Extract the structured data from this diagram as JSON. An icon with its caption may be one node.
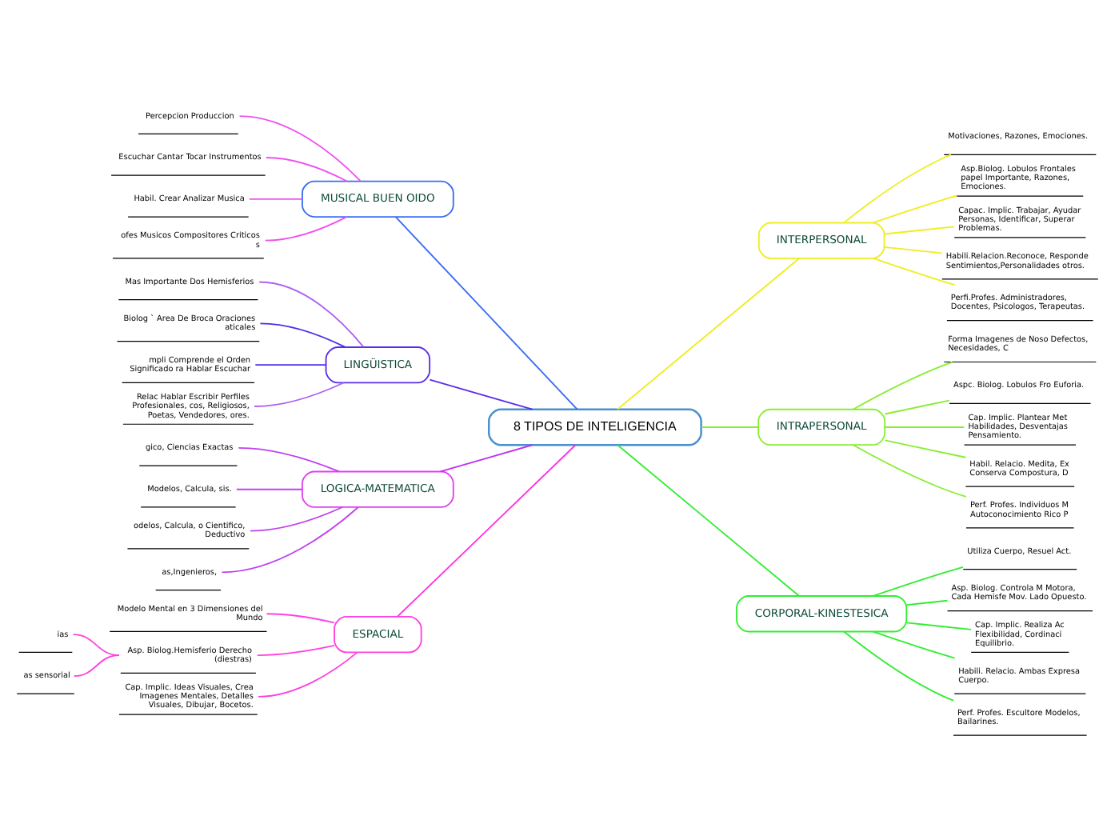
{
  "diagram": {
    "nodes": [
      {
        "text": [
          "8 TIPOS DE INTELIGENCIA"
        ]
      },
      {
        "text": [
          "MUSICAL BUEN OIDO"
        ]
      },
      {
        "text": [
          "Percepcion Produccion"
        ]
      },
      {
        "text": [
          "Escuchar Cantar Tocar Instrumentos"
        ]
      },
      {
        "text": [
          "Habil. Crear Analizar Musica"
        ]
      },
      {
        "text": [
          "ofes Musicos Compositores Criticos s"
        ]
      },
      {
        "text": [
          "LINGÜISTICA"
        ]
      },
      {
        "text": [
          "Mas Importante Dos Hemisferios"
        ]
      },
      {
        "text": [
          "Biolog ` Area De Broca Oraciones aticales"
        ]
      },
      {
        "text": [
          "mpli Comprende el Orden Significado ra Hablar Escuchar"
        ]
      },
      {
        "text": [
          "Relac Hablar Escribir Perfiles Profesionales, cos, Religiosos, Poetas, Vendedores, ores."
        ]
      },
      {
        "text": [
          "LOGICA-MATEMATICA"
        ]
      },
      {
        "text": [
          "gico, Ciencias Exactas"
        ]
      },
      {
        "text": [
          "Modelos, Calcula, sis."
        ]
      },
      {
        "text": [
          "odelos, Calcula, o Cientifico, Deductivo"
        ]
      },
      {
        "text": [
          "as,Ingenieros,"
        ]
      },
      {
        "text": [
          "ESPACIAL"
        ]
      },
      {
        "text": [
          "Modelo Mental en 3 Dimensiones del Mundo"
        ]
      },
      {
        "text": [
          "Asp. Biolog.Hemisferio Derecho (diestras)"
        ]
      },
      {
        "text": [
          "ias"
        ]
      },
      {
        "text": [
          "as sensorial"
        ]
      },
      {
        "text": [
          "Cap. Implic. Ideas Visuales, Crea Imagenes Mentales, Detalles Visuales, Dibujar, Bocetos."
        ]
      },
      {
        "text": [
          "INTERPERSONAL"
        ]
      },
      {
        "text": [
          "Motivaciones, Razones, Emociones."
        ]
      },
      {
        "text": [
          "Asp.Biolog. Lobulos Frontales papel Importante, Razones, Emociones."
        ]
      },
      {
        "text": [
          "Capac. Implic. Trabajar, Ayudar Personas, Identificar, Superar Problemas."
        ]
      },
      {
        "text": [
          "Habili.Relacion.Reconoce, Responde Sentimientos,Personalidades otros."
        ]
      },
      {
        "text": [
          "Perfi.Profes. Administradores, Docentes, Psicologos, Terapeutas."
        ]
      },
      {
        "text": [
          "INTRAPERSONAL"
        ]
      },
      {
        "text": [
          "Forma Imagenes de Noso Defectos, Necesidades, C"
        ]
      },
      {
        "text": [
          "Aspc. Biolog. Lobulos Fro Euforia."
        ]
      },
      {
        "text": [
          "Cap. Implic. Plantear Met Habilidades, Desventajas Pensamiento."
        ]
      },
      {
        "text": [
          "Habil. Relacio. Medita, Ex Conserva Compostura, D"
        ]
      },
      {
        "text": [
          "Perf. Profes. Individuos M Autoconocimiento Rico P"
        ]
      },
      {
        "text": [
          "CORPORAL-KINESTESICA"
        ]
      },
      {
        "text": [
          "Utiliza Cuerpo, Resuel Act."
        ]
      },
      {
        "text": [
          "Asp. Biolog. Controla M Motora, Cada Hemisfe Mov. Lado Opuesto."
        ]
      },
      {
        "text": [
          "Cap. Implic. Realiza Ac Flexibilidad, Cordinaci Equilibrio."
        ]
      },
      {
        "text": [
          "Habili. Relacio. Ambas Expresa Cuerpo."
        ]
      },
      {
        "text": [
          "Perf. Profes. Escultore Modelos, Bailarines."
        ]
      }
    ],
    "edges": [
      {
        "from": 0,
        "to": 1,
        "arrow": "none",
        "color": "#3a6cf4"
      },
      {
        "from": 1,
        "to": 2,
        "arrow": "none",
        "color": "#f050f0"
      },
      {
        "from": 1,
        "to": 3,
        "arrow": "none",
        "color": "#f050f0"
      },
      {
        "from": 1,
        "to": 4,
        "arrow": "none",
        "color": "#f050f0"
      },
      {
        "from": 1,
        "to": 5,
        "arrow": "none",
        "color": "#f050f0"
      },
      {
        "from": 0,
        "to": 6,
        "arrow": "none",
        "color": "#5a2ee8"
      },
      {
        "from": 6,
        "to": 7,
        "arrow": "none",
        "color": "#b060f0"
      },
      {
        "from": 6,
        "to": 8,
        "arrow": "none",
        "color": "#4a30e8"
      },
      {
        "from": 6,
        "to": 9,
        "arrow": "none",
        "color": "#4a30e8"
      },
      {
        "from": 6,
        "to": 10,
        "arrow": "none",
        "color": "#b060f0"
      },
      {
        "from": 0,
        "to": 11,
        "arrow": "none",
        "color": "#c030f0"
      },
      {
        "from": 11,
        "to": 12,
        "arrow": "none",
        "color": "#c040f0"
      },
      {
        "from": 11,
        "to": 13,
        "arrow": "none",
        "color": "#c040f0"
      },
      {
        "from": 11,
        "to": 14,
        "arrow": "none",
        "color": "#c040f0"
      },
      {
        "from": 11,
        "to": 15,
        "arrow": "none",
        "color": "#c040f0"
      },
      {
        "from": 0,
        "to": 16,
        "arrow": "none",
        "color": "#ff30e0"
      },
      {
        "from": 16,
        "to": 17,
        "arrow": "none",
        "color": "#ff40e0"
      },
      {
        "from": 16,
        "to": 18,
        "arrow": "none",
        "color": "#ff40e0"
      },
      {
        "from": 18,
        "to": 19,
        "arrow": "none",
        "color": "#ff40e0"
      },
      {
        "from": 18,
        "to": 20,
        "arrow": "none",
        "color": "#ff40e0"
      },
      {
        "from": 16,
        "to": 21,
        "arrow": "none",
        "color": "#ff40e0"
      },
      {
        "from": 0,
        "to": 22,
        "arrow": "none",
        "color": "#eeee20"
      },
      {
        "from": 22,
        "to": 23,
        "arrow": "none",
        "color": "#eeee20"
      },
      {
        "from": 22,
        "to": 24,
        "arrow": "none",
        "color": "#eeee20"
      },
      {
        "from": 22,
        "to": 25,
        "arrow": "none",
        "color": "#eeee20"
      },
      {
        "from": 22,
        "to": 26,
        "arrow": "none",
        "color": "#eeee20"
      },
      {
        "from": 22,
        "to": 27,
        "arrow": "none",
        "color": "#eeee20"
      },
      {
        "from": 0,
        "to": 28,
        "arrow": "none",
        "color": "#88ee30"
      },
      {
        "from": 28,
        "to": 29,
        "arrow": "none",
        "color": "#88ee30"
      },
      {
        "from": 28,
        "to": 30,
        "arrow": "none",
        "color": "#88ee30"
      },
      {
        "from": 28,
        "to": 31,
        "arrow": "none",
        "color": "#88ee30"
      },
      {
        "from": 28,
        "to": 32,
        "arrow": "none",
        "color": "#88ee30"
      },
      {
        "from": 28,
        "to": 33,
        "arrow": "none",
        "color": "#88ee30"
      },
      {
        "from": 0,
        "to": 34,
        "arrow": "none",
        "color": "#30ee30"
      },
      {
        "from": 34,
        "to": 35,
        "arrow": "none",
        "color": "#30ee30"
      },
      {
        "from": 34,
        "to": 36,
        "arrow": "none",
        "color": "#30ee30"
      },
      {
        "from": 34,
        "to": 37,
        "arrow": "none",
        "color": "#30ee30"
      },
      {
        "from": 34,
        "to": 38,
        "arrow": "none",
        "color": "#30ee30"
      },
      {
        "from": 34,
        "to": 39,
        "arrow": "none",
        "color": "#30ee30"
      }
    ]
  }
}
